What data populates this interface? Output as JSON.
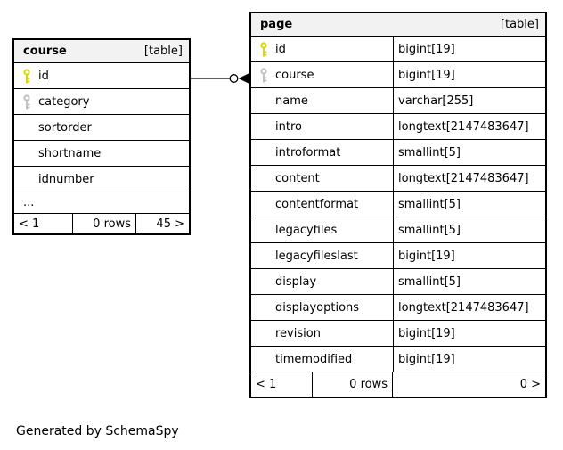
{
  "diagram": {
    "footer_note": "Generated by SchemaSpy"
  },
  "colors": {
    "pk_key": "#d9d900",
    "fk_key": "#c0c0c0",
    "header_bg": "#f2f2f2",
    "border": "#000000"
  },
  "relationship": {
    "from": "course.id",
    "to": "page.course",
    "style": "zero-or-one crow-foot with open circle and solid arrowhead"
  },
  "course_table": {
    "name": "course",
    "tag": "[table]",
    "fields": [
      {
        "name": "id",
        "key": "primary"
      },
      {
        "name": "category",
        "key": "foreign"
      },
      {
        "name": "sortorder",
        "key": ""
      },
      {
        "name": "shortname",
        "key": ""
      },
      {
        "name": "idnumber",
        "key": ""
      },
      {
        "name": "...",
        "key": ""
      }
    ],
    "pager": {
      "prev": "< 1",
      "rows": "0 rows",
      "next": "45 >"
    }
  },
  "page_table": {
    "name": "page",
    "tag": "[table]",
    "fields": [
      {
        "name": "id",
        "type": "bigint[19]",
        "key": "primary"
      },
      {
        "name": "course",
        "type": "bigint[19]",
        "key": "foreign"
      },
      {
        "name": "name",
        "type": "varchar[255]",
        "key": ""
      },
      {
        "name": "intro",
        "type": "longtext[2147483647]",
        "key": ""
      },
      {
        "name": "introformat",
        "type": "smallint[5]",
        "key": ""
      },
      {
        "name": "content",
        "type": "longtext[2147483647]",
        "key": ""
      },
      {
        "name": "contentformat",
        "type": "smallint[5]",
        "key": ""
      },
      {
        "name": "legacyfiles",
        "type": "smallint[5]",
        "key": ""
      },
      {
        "name": "legacyfileslast",
        "type": "bigint[19]",
        "key": ""
      },
      {
        "name": "display",
        "type": "smallint[5]",
        "key": ""
      },
      {
        "name": "displayoptions",
        "type": "longtext[2147483647]",
        "key": ""
      },
      {
        "name": "revision",
        "type": "bigint[19]",
        "key": ""
      },
      {
        "name": "timemodified",
        "type": "bigint[19]",
        "key": ""
      }
    ],
    "pager": {
      "prev": "< 1",
      "rows": "0 rows",
      "next": "0 >"
    }
  }
}
